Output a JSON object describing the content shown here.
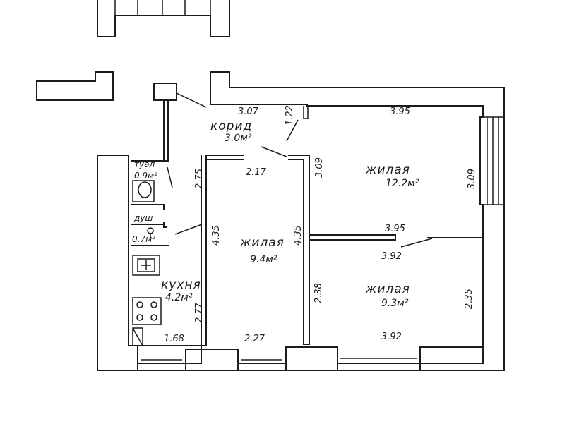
{
  "plan": {
    "rooms": [
      {
        "id": "corridor",
        "name": "корид",
        "area": "3.0м²"
      },
      {
        "id": "toilet",
        "name": "туал",
        "area": "0.9м²"
      },
      {
        "id": "shower",
        "name": "душ",
        "area": "0.7м²"
      },
      {
        "id": "kitchen",
        "name": "кухня",
        "area": "4.2м²"
      },
      {
        "id": "living-middle",
        "name": "жилая",
        "area": "9.4м²"
      },
      {
        "id": "living-upper-right",
        "name": "жилая",
        "area": "12.2м²"
      },
      {
        "id": "living-lower-right",
        "name": "жилая",
        "area": "9.3м²"
      }
    ],
    "dimensions": {
      "corridor_width": "3.07",
      "corridor_depth": "1.22",
      "upper_right_top": "3.95",
      "upper_right_side": "3.09",
      "upper_right_left": "3.09",
      "middle_top": "2.17",
      "left_hall_side": "2.75",
      "middle_left": "4.35",
      "middle_right": "4.35",
      "partition_top": "3.95",
      "partition_bottom": "3.92",
      "lower_right_left": "2.38",
      "lower_right_side": "2.35",
      "kitchen_side": "2.77",
      "kitchen_bottom": "1.68",
      "middle_bottom": "2.27",
      "lower_right_bottom": "3.92"
    }
  }
}
